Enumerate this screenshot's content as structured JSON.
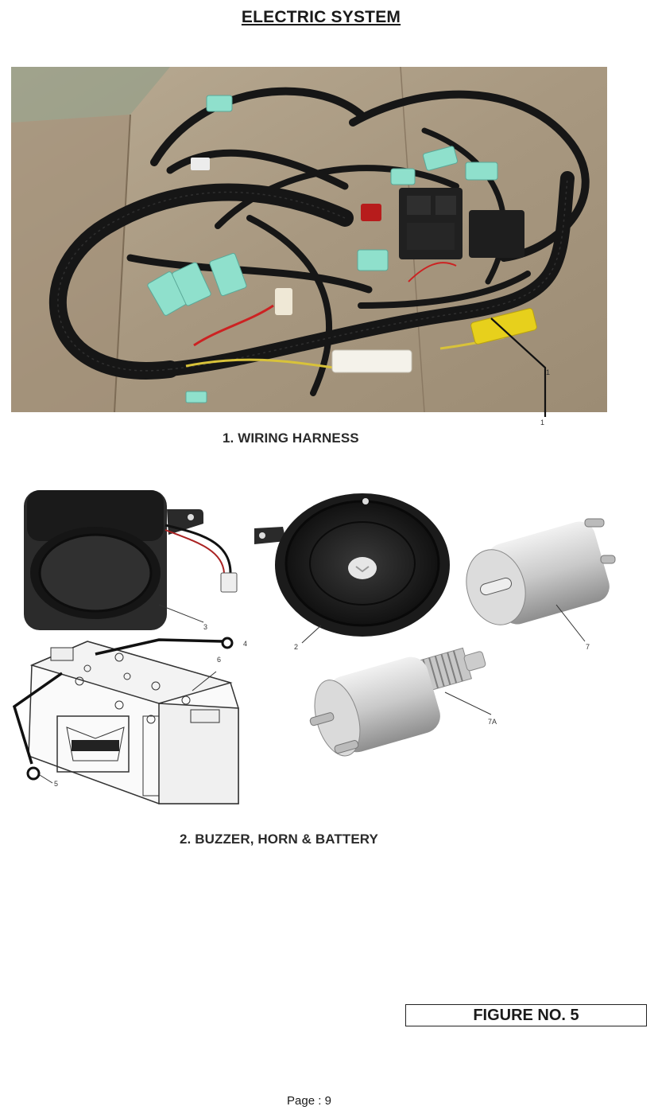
{
  "page": {
    "title": "ELECTRIC SYSTEM",
    "page_number": "Page : 9"
  },
  "figures": {
    "wiring_harness": {
      "caption": "1. WIRING HARNESS",
      "callouts": [
        "1",
        "1"
      ]
    },
    "buzzer_horn_battery": {
      "caption": "2. BUZZER, HORN & BATTERY",
      "callouts": [
        "3",
        "2",
        "7",
        "4",
        "6",
        "7A",
        "5"
      ]
    }
  },
  "figure_box": {
    "label": "FIGURE NO. 5"
  }
}
